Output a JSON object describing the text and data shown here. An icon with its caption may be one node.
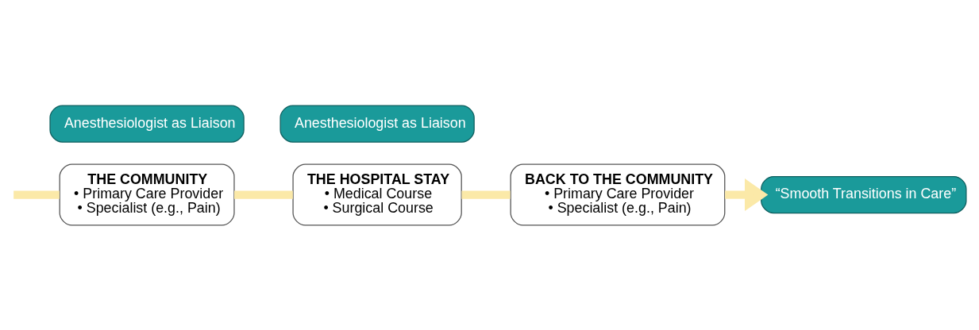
{
  "diagram": {
    "nodes": [
      {
        "text": [
          "THE COMMUNITY",
          "• Primary Care Provider",
          "• Specialist (e.g., Pain)"
        ]
      },
      {
        "text": [
          "THE HOSPITAL STAY",
          "• Medical Course",
          "• Surgical Course"
        ]
      },
      {
        "text": [
          "BACK TO THE COMMUNITY",
          "• Primary Care Provider",
          "• Specialist (e.g., Pain)"
        ]
      },
      {
        "text": [
          "Anesthesiologist as Liaison"
        ]
      },
      {
        "text": [
          "Anesthesiologist as Liaison"
        ]
      },
      {
        "text": [
          "“Smooth Transitions in Care”"
        ]
      }
    ],
    "edges": [
      {
        "from": null,
        "to": 0,
        "arrow": "none"
      },
      {
        "from": 0,
        "to": 1,
        "arrow": "none"
      },
      {
        "from": 1,
        "to": 2,
        "arrow": "none"
      },
      {
        "from": 2,
        "to": 5,
        "arrow": "to"
      }
    ]
  }
}
